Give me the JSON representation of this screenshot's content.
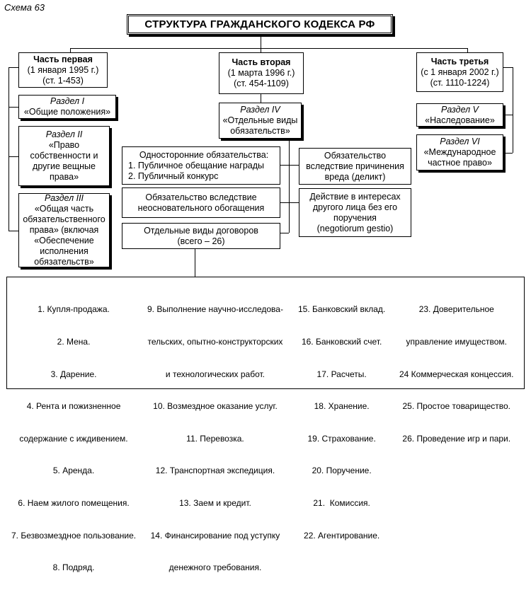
{
  "scheme_label": "Схема 63",
  "title": "СТРУКТУРА ГРАЖДАНСКОГО КОДЕКСА РФ",
  "parts": [
    {
      "title": "Часть первая",
      "lines": [
        "(1 января 1995 г.)",
        "(ст. 1-453)"
      ]
    },
    {
      "title": "Часть вторая",
      "lines": [
        "(1 марта 1996 г.)",
        "(ст. 454-1109)"
      ]
    },
    {
      "title": "Часть третья",
      "lines": [
        "(с 1 января 2002 г.)",
        "(ст. 1110-1224)"
      ]
    }
  ],
  "sections_part1": [
    {
      "title": "Раздел I",
      "lines": [
        "«Общие положения»"
      ]
    },
    {
      "title": "Раздел II",
      "lines": [
        "«Право",
        "собственности и",
        "другие вещные",
        "права»"
      ]
    },
    {
      "title": "Раздел III",
      "lines": [
        "«Общая часть",
        "обязательственного",
        "права» (включая",
        "«Обеспечение",
        "исполнения",
        "обязательств»"
      ]
    }
  ],
  "section_part2": {
    "title": "Раздел IV",
    "lines": [
      "«Отдельные виды",
      "обязательств»"
    ]
  },
  "sections_part3": [
    {
      "title": "Раздел V",
      "lines": [
        "«Наследование»"
      ]
    },
    {
      "title": "Раздел VI",
      "lines": [
        "«Международное",
        "частное право»"
      ]
    }
  ],
  "obligation_boxes": {
    "unilateral": [
      "Односторонние обязательства:",
      "1. Публичное обещание награды",
      "2. Публичный конкурс"
    ],
    "unjust_enrichment": [
      "Обязательство вследствие",
      "неосновательного обогащения"
    ],
    "contract_types": [
      "Отдельные виды договоров",
      "(всего – 26)"
    ],
    "delict": [
      "Обязательство",
      "вследствие причинения",
      "вреда (деликт)"
    ],
    "negotiorum": [
      "Действие в интересах",
      "другого лица без его",
      "поручения",
      "(negotiorum gestio)"
    ]
  },
  "contracts": {
    "col1": [
      "1. Купля-продажа.",
      "2. Мена.",
      "3. Дарение.",
      "4. Рента и пожизненное",
      "содержание с иждивением.",
      "5. Аренда.",
      "6. Наем жилого помещения.",
      "7. Безвозмездное пользование.",
      "8. Подряд."
    ],
    "col2": [
      "9. Выполнение научно-исследова-",
      "тельских, опытно-конструкторских",
      "и технологических работ.",
      "10. Возмездное оказание услуг.",
      "11. Перевозка.",
      "12. Транспортная экспедиция.",
      "13. Заем и кредит.",
      "14. Финансирование под уступку",
      "денежного требования."
    ],
    "col3": [
      "15. Банковский вклад.",
      "16. Банковский счет.",
      "17. Расчеты.",
      "18. Хранение.",
      "19. Страхование.",
      "20. Поручение.",
      "21.  Комиссия.",
      "22. Агентирование."
    ],
    "col4": [
      "23. Доверительное",
      "управление имуществом.",
      "24 Коммерческая концессия.",
      "25. Простое товарищество.",
      "26. Проведение игр и пари."
    ]
  }
}
